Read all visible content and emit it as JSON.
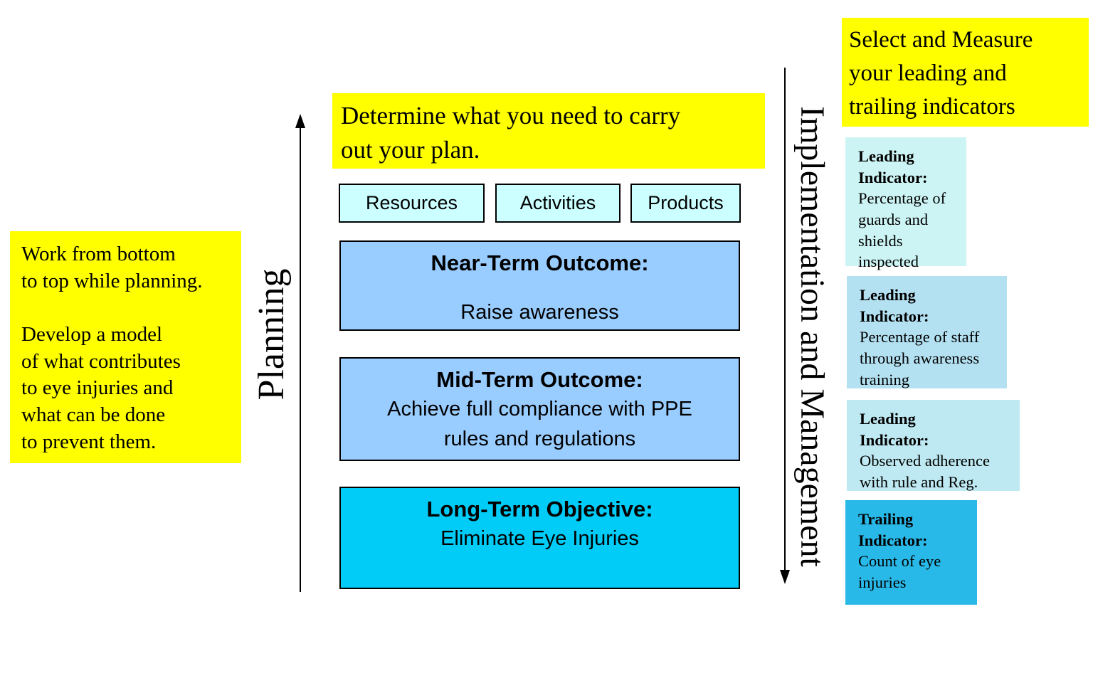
{
  "colors": {
    "note_yellow": "#FFFF00",
    "input_cyan": "#CCFFFF",
    "outcome_blue": "#99CCFF",
    "objective_cyan": "#00CCF7",
    "indicator_pale_cyan": "#CDF4F4",
    "indicator_sky_blue": "#B3E1F1",
    "indicator_powder_blue": "#BEE9F2",
    "trailing_cyan": "#29B9E8"
  },
  "left_panel": {
    "note": "Work from bottom\nto top while planning.\n\nDevelop a model\nof what contributes\nto eye injuries and\nwhat can be done\nto prevent them.",
    "axis_label": "Planning"
  },
  "flow": {
    "instruction": "Determine what you need to carry\nout your plan.",
    "inputs": [
      {
        "label": "Resources"
      },
      {
        "label": "Activities"
      },
      {
        "label": "Products"
      }
    ],
    "stages": [
      {
        "title": "Near-Term Outcome:",
        "body": "Raise awareness"
      },
      {
        "title": "Mid-Term Outcome:",
        "body": "Achieve full compliance with PPE\nrules and regulations"
      },
      {
        "title": "Long-Term Objective:",
        "body": "Eliminate Eye Injuries"
      }
    ]
  },
  "right_panel": {
    "axis_label": "Implementation and Management",
    "instruction": "Select and Measure\nyour leading and\ntrailing indicators",
    "indicators": [
      {
        "heading": "Leading\nIndicator:",
        "body": "Percentage of\nguards and\nshields\ninspected"
      },
      {
        "heading": "Leading\nIndicator:",
        "body": "Percentage of staff\nthrough awareness\ntraining"
      },
      {
        "heading": "Leading\nIndicator:",
        "body": "Observed adherence\nwith rule and Reg."
      },
      {
        "heading": "Trailing\nIndicator:",
        "body": "Count of eye\ninjuries"
      }
    ]
  }
}
